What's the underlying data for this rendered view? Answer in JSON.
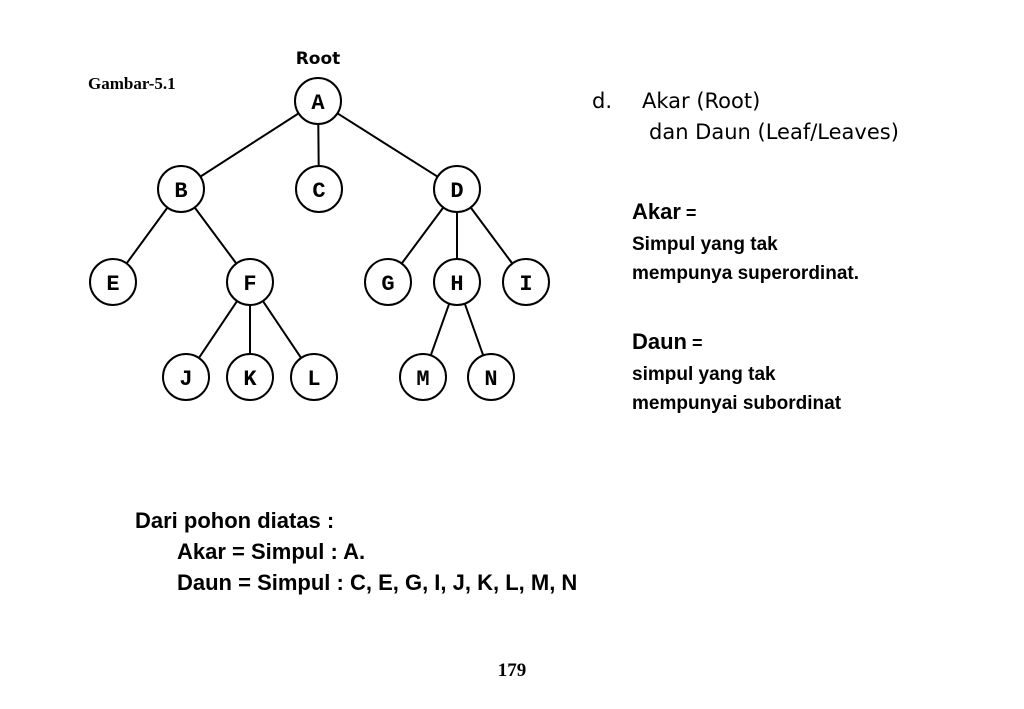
{
  "figure": {
    "label": "Gambar-5.1",
    "root_caption": "Root",
    "nodes": [
      {
        "id": "A",
        "label": "A"
      },
      {
        "id": "B",
        "label": "B"
      },
      {
        "id": "C",
        "label": "C"
      },
      {
        "id": "D",
        "label": "D"
      },
      {
        "id": "E",
        "label": "E"
      },
      {
        "id": "F",
        "label": "F"
      },
      {
        "id": "G",
        "label": "G"
      },
      {
        "id": "H",
        "label": "H"
      },
      {
        "id": "I",
        "label": "I"
      },
      {
        "id": "J",
        "label": "J"
      },
      {
        "id": "K",
        "label": "K"
      },
      {
        "id": "L",
        "label": "L"
      },
      {
        "id": "M",
        "label": "M"
      },
      {
        "id": "N",
        "label": "N"
      }
    ],
    "edges": [
      [
        "A",
        "B"
      ],
      [
        "A",
        "C"
      ],
      [
        "A",
        "D"
      ],
      [
        "B",
        "E"
      ],
      [
        "B",
        "F"
      ],
      [
        "D",
        "G"
      ],
      [
        "D",
        "H"
      ],
      [
        "D",
        "I"
      ],
      [
        "F",
        "J"
      ],
      [
        "F",
        "K"
      ],
      [
        "F",
        "L"
      ],
      [
        "H",
        "M"
      ],
      [
        "H",
        "N"
      ]
    ]
  },
  "heading": {
    "marker": "d.",
    "line1": "Akar (Root)",
    "line2": "dan Daun (Leaf/Leaves)"
  },
  "definitions": {
    "akar": {
      "term": "Akar",
      "eq": " =",
      "line1": "Simpul yang tak",
      "line2": "mempunya superordinat."
    },
    "daun": {
      "term": "Daun",
      "eq": " =",
      "line1": "simpul yang tak",
      "line2": "mempunyai subordinat"
    }
  },
  "summary": {
    "lead": "Dari pohon diatas :",
    "akar_line": "Akar =  Simpul : A.",
    "daun_line": "Daun = Simpul : C, E, G, I, J, K, L, M, N"
  },
  "page_number": "179"
}
